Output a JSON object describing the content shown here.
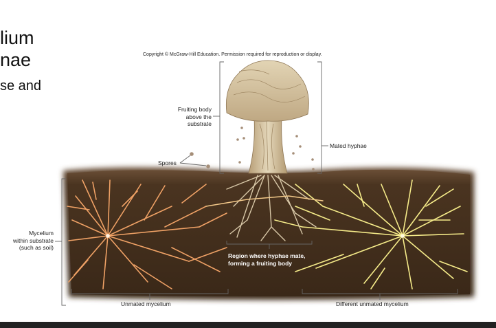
{
  "slide": {
    "line1": "lium",
    "line2": "nae",
    "line3": "se and"
  },
  "figure": {
    "copyright": "Copyright © McGraw-Hill Education. Permission required for reproduction or display.",
    "labels": {
      "fruiting_body": [
        "Fruiting body",
        "above the",
        "substrate"
      ],
      "spores": "Spores",
      "mated_hyphae": "Mated hyphae",
      "mycelium": [
        "Mycelium",
        "within substrate",
        "(such as soil)"
      ],
      "region": [
        "Region where hyphae mate,",
        "forming a fruiting body"
      ],
      "unmated": "Unmated mycelium",
      "different_unmated": "Different unmated mycelium"
    },
    "colors": {
      "soil": "#4a3420",
      "soil_top": "#5e4430",
      "orange_hyphae": "#f0a266",
      "yellow_hyphae": "#f6ec8a",
      "mushroom": "#d9c9a6",
      "bracket": "#666666"
    }
  }
}
